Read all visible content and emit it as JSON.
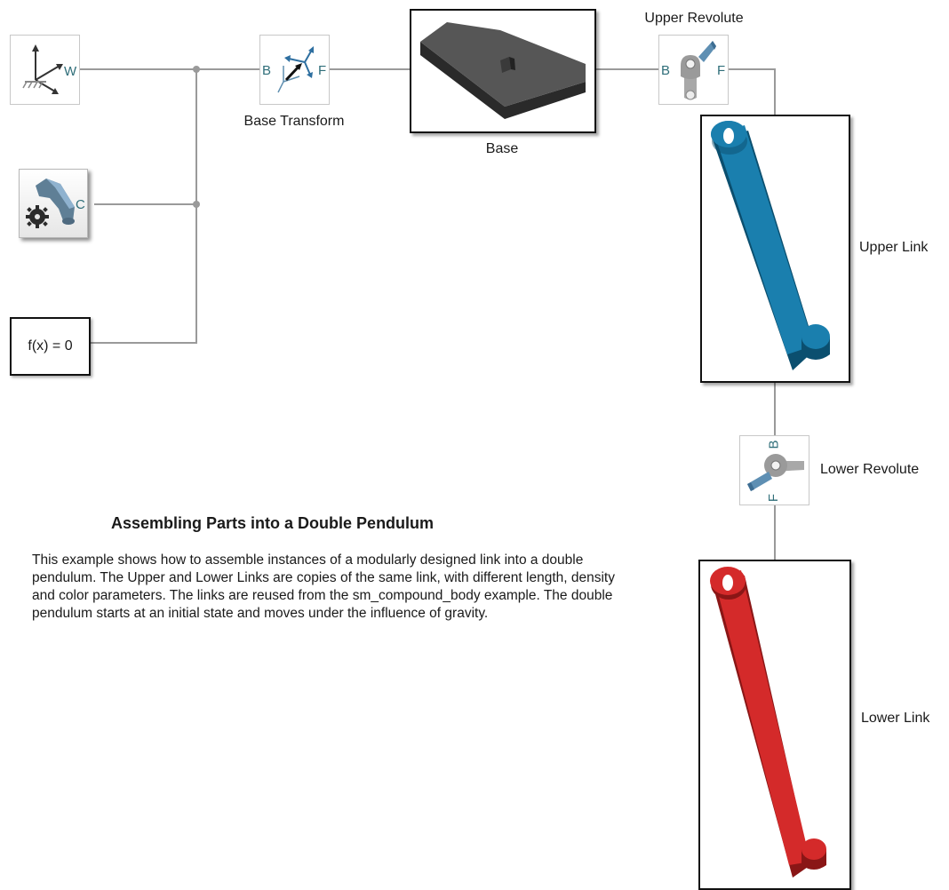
{
  "annotation": {
    "title": "Assembling Parts into a Double Pendulum",
    "body": "This example shows how to assemble instances of a modularly designed link into a double pendulum. The Upper and Lower Links are copies of the same link, with different length, density and color parameters. The links are reused from the sm_compound_body example. The double pendulum starts at an initial state and moves under the influence of gravity."
  },
  "blocks": {
    "world_frame": {
      "port": "W",
      "icon": "world-frame-icon"
    },
    "solver_config": {
      "port": "C",
      "icon": "solver-configuration-icon"
    },
    "constraint": {
      "text": "f(x) = 0"
    },
    "base_transform": {
      "label": "Base Transform",
      "port_b": "B",
      "port_f": "F",
      "icon": "rigid-transform-icon"
    },
    "base": {
      "label": "Base",
      "color": "#4a4a4a"
    },
    "upper_revolute": {
      "label": "Upper Revolute",
      "port_b": "B",
      "port_f": "F",
      "icon": "revolute-joint-icon"
    },
    "upper_link": {
      "label": "Upper Link",
      "color": "#1a7fae"
    },
    "lower_revolute": {
      "label": "Lower Revolute",
      "port_b": "B",
      "port_f": "F",
      "icon": "revolute-joint-icon"
    },
    "lower_link": {
      "label": "Lower Link",
      "color": "#d42a2a"
    }
  },
  "colors": {
    "wire": "#9a9a9a",
    "port_text": "#2f6e79"
  }
}
